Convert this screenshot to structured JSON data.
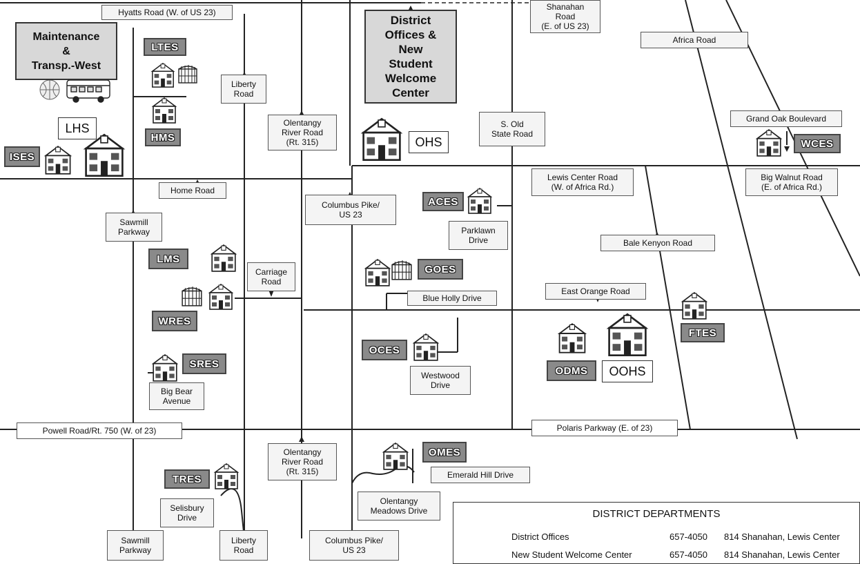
{
  "roads": {
    "hyatts_w": "Hyatts Road (W. of US 23)",
    "shanahan": "Shanahan\nRoad\n(E. of US 23)",
    "africa": "Africa Road",
    "liberty_top": "Liberty\nRoad",
    "olentangy_top": "Olentangy\nRiver Road\n(Rt. 315)",
    "s_old_state": "S. Old\nState Road",
    "grand_oak": "Grand Oak Boulevard",
    "lewis_center": "Lewis Center Road\n(W. of Africa Rd.)",
    "big_walnut": "Big Walnut Road\n(E. of Africa Rd.)",
    "home": "Home Road",
    "columbus_top": "Columbus Pike/\nUS 23",
    "sawmill_top": "Sawmill\nParkway",
    "parklawn": "Parklawn\nDrive",
    "bale_kenyon": "Bale Kenyon Road",
    "carriage": "Carriage\nRoad",
    "east_orange": "East Orange Road",
    "blue_holly": "Blue Holly Drive",
    "westwood": "Westwood\nDrive",
    "big_bear": "Big Bear\nAvenue",
    "powell": "Powell Road/Rt. 750 (W. of 23)",
    "polaris": "Polaris Parkway (E. of 23)",
    "olentangy_bottom": "Olentangy\nRiver Road\n(Rt. 315)",
    "emerald_hill": "Emerald Hill Drive",
    "olentangy_meadows": "Olentangy\nMeadows Drive",
    "salisbury": "Selisbury\nDrive",
    "sawmill_bottom": "Sawmill\nParkway",
    "liberty_bottom": "Liberty\nRoad",
    "columbus_bottom": "Columbus Pike/\nUS 23"
  },
  "facilities": {
    "maintenance": "Maintenance\n&\nTransp.-West",
    "district_offices": "District\nOffices &\nNew\nStudent\nWelcome\nCenter"
  },
  "schools": {
    "ltes": "LTES",
    "hms": "HMS",
    "lhs": "LHS",
    "ises": "ISES",
    "ohs": "OHS",
    "wces": "WCES",
    "aces": "ACES",
    "lms": "LMS",
    "goes": "GOES",
    "wres": "WRES",
    "oces": "OCES",
    "ftes": "FTES",
    "odms": "ODMS",
    "oohs": "OOHS",
    "sres": "SRES",
    "omes": "OMES",
    "tres": "TRES"
  },
  "legend": {
    "title": "DISTRICT DEPARTMENTS",
    "rows": [
      {
        "name": "District Offices",
        "phone": "657-4050",
        "address": "814 Shanahan, Lewis Center"
      },
      {
        "name": "New Student Welcome Center",
        "phone": "657-4050",
        "address": "814 Shanahan, Lewis Center"
      }
    ]
  },
  "icons": [
    "school-building-icon",
    "portable-classroom-icon",
    "bus-icon",
    "globe-icon",
    "office-building-icon"
  ]
}
